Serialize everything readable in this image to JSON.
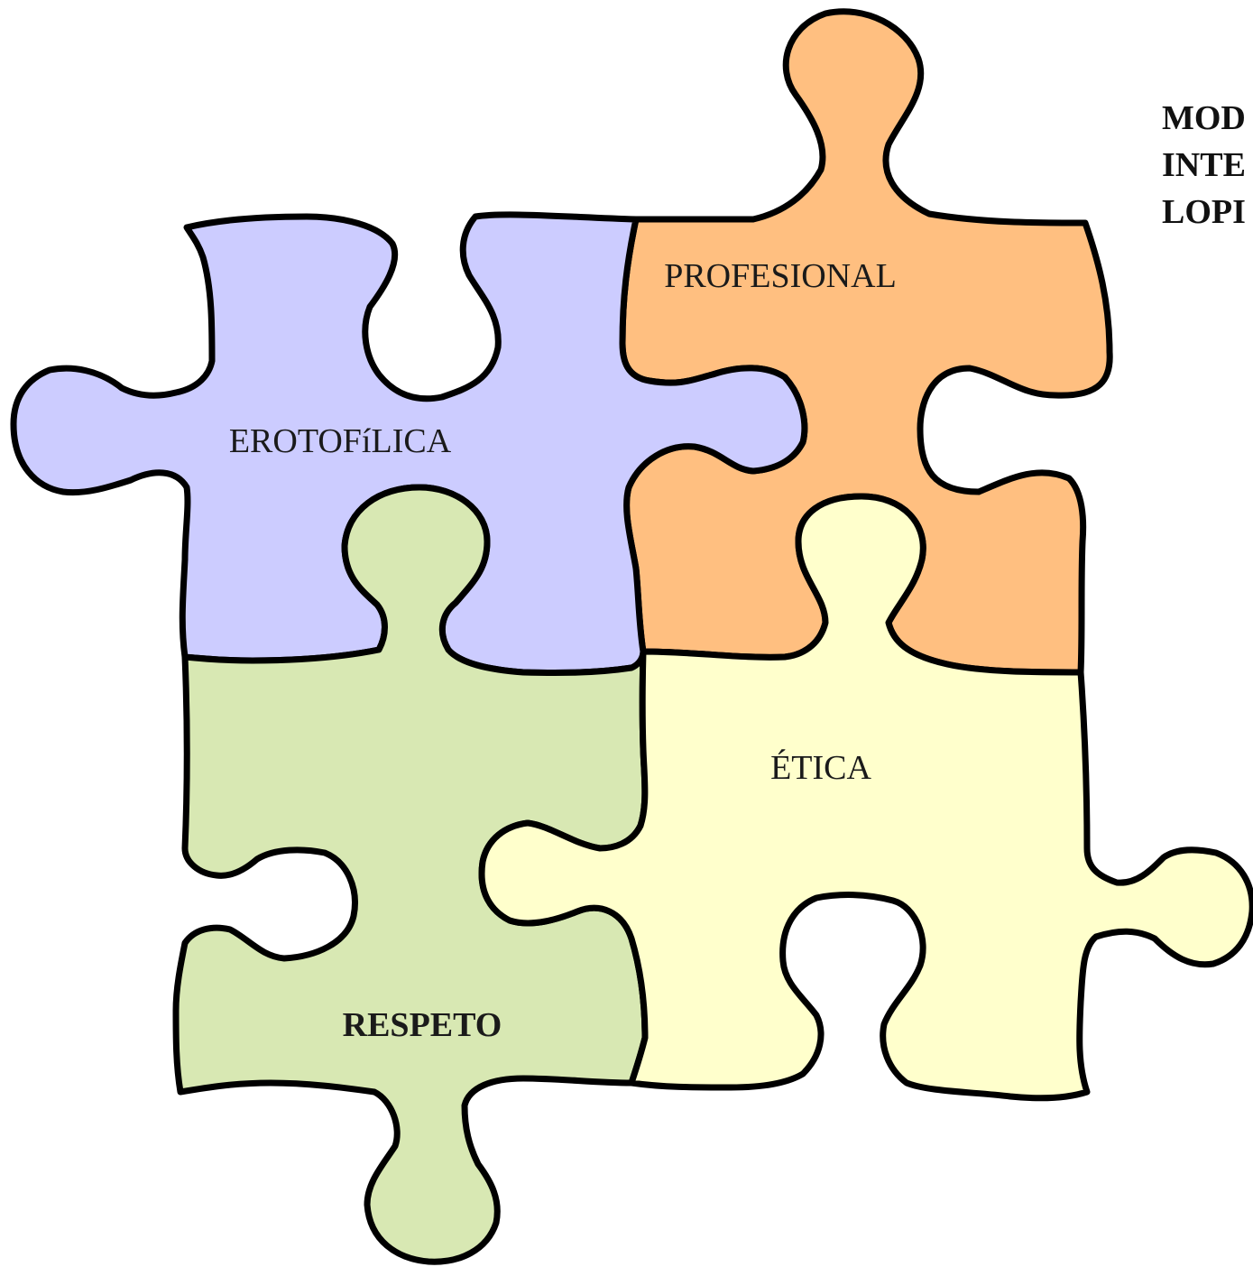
{
  "pieces": {
    "erotofilica": {
      "label": "EROTOFíLICA",
      "color": "#ccccff"
    },
    "profesional": {
      "label": "PROFESIONAL",
      "color": "#ffbf80"
    },
    "respeto": {
      "label": "RESPETO",
      "color": "#d8e8b3"
    },
    "etica": {
      "label": "ÉTICA",
      "color": "#ffffcc"
    }
  },
  "side_text": {
    "line1": "MOD",
    "line2": "INTE",
    "line3": "LOPI"
  },
  "outline_color": "#000000"
}
